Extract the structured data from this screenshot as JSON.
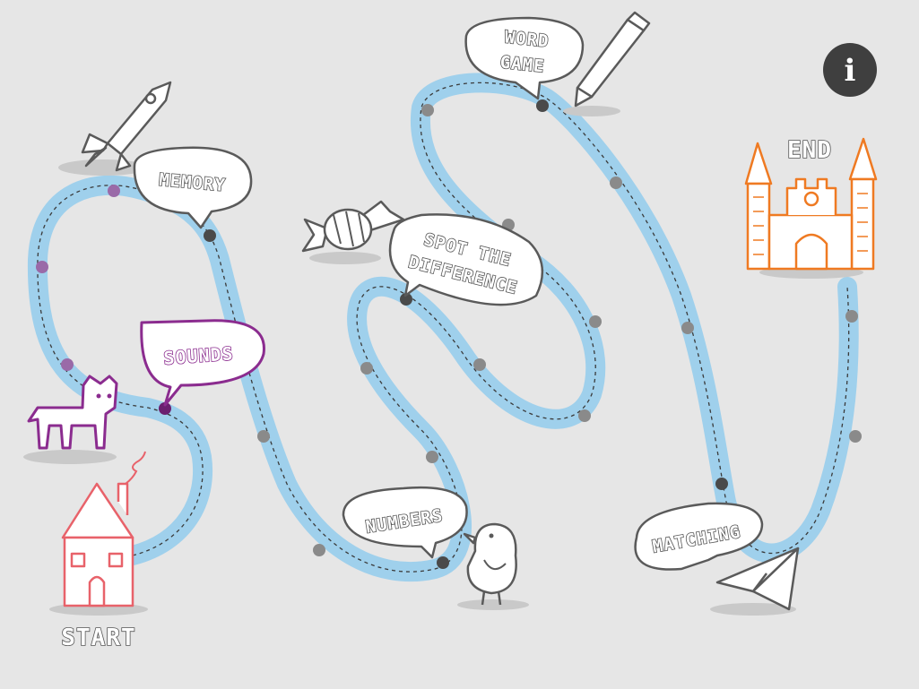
{
  "board": {
    "background": "#e6e6e6",
    "path_color": "#9fd0ec",
    "active_color": "#8b2c8f",
    "inactive_color": "#8a8a8a"
  },
  "info_button": {
    "icon": "info-icon",
    "label": "i"
  },
  "start": {
    "label": "START",
    "icon": "house-icon",
    "color": "#e8626a"
  },
  "end": {
    "label": "END",
    "icon": "castle-icon",
    "color": "#ef7a22"
  },
  "games": {
    "sounds": {
      "label": "SOUNDS",
      "state": "active"
    },
    "memory": {
      "label": "MEMORY",
      "state": "locked"
    },
    "numbers": {
      "label": "NUMBERS",
      "state": "locked"
    },
    "spot": {
      "line1": "SPOT THE",
      "line2": "DIFFERENCE",
      "state": "locked"
    },
    "word": {
      "line1": "WORD",
      "line2": "GAME",
      "state": "locked"
    },
    "matching": {
      "label": "MATCHING",
      "state": "locked"
    }
  },
  "decorations": [
    "dog-icon",
    "rocket-icon",
    "candy-icon",
    "pencil-icon",
    "bird-icon",
    "paper-plane-icon"
  ]
}
